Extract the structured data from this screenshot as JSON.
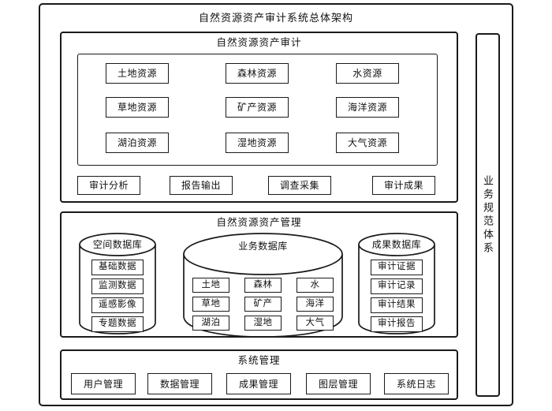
{
  "title": "自然资源资产审计系统总体架构",
  "right_bar": {
    "label": "业务规范体系"
  },
  "audit_section": {
    "title": "自然资源资产审计",
    "resources": [
      "土地资源",
      "森林资源",
      "水资源",
      "草地资源",
      "矿产资源",
      "海洋资源",
      "湖泊资源",
      "湿地资源",
      "大气资源"
    ],
    "functions": [
      "审计分析",
      "报告输出",
      "调查采集",
      "审计成果"
    ]
  },
  "management_section": {
    "title": "自然资源资产管理",
    "databases": [
      {
        "name": "空间数据库",
        "items": [
          "基础数据",
          "监测数据",
          "遥感影像",
          "专题数据"
        ]
      },
      {
        "name": "业务数据库",
        "items": [
          "土地",
          "森林",
          "水",
          "草地",
          "矿产",
          "海洋",
          "湖泊",
          "湿地",
          "大气"
        ]
      },
      {
        "name": "成果数据库",
        "items": [
          "审计证据",
          "审计记录",
          "审计结果",
          "审计报告"
        ]
      }
    ]
  },
  "system_section": {
    "title": "系统管理",
    "items": [
      "用户管理",
      "数据管理",
      "成果管理",
      "图层管理",
      "系统日志"
    ]
  },
  "colors": {
    "border": "#1a1a1a",
    "background": "#ffffff",
    "text": "#111111"
  }
}
